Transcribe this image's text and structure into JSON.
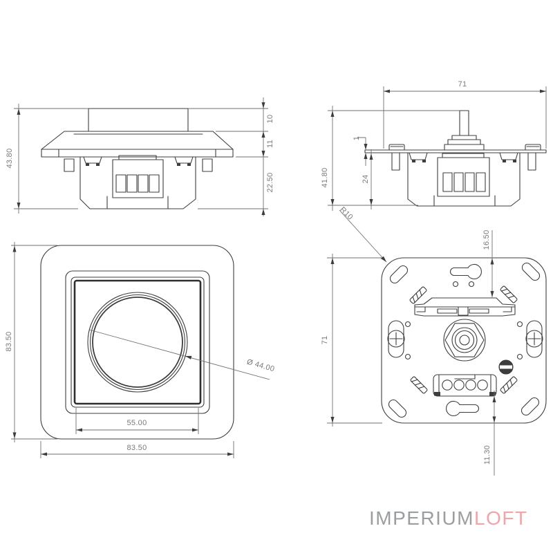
{
  "document": {
    "type": "technical dimension drawing",
    "subject": "rotary dimmer switch - four orthographic views",
    "units": "mm"
  },
  "views": {
    "side_a": {
      "title": "assembled side view",
      "total_height": "43.80",
      "knob_height": "10",
      "frame_thickness": "11",
      "body_depth": "22.50"
    },
    "side_b": {
      "title": "mechanism side view",
      "width": "71",
      "total_height": "41.80",
      "recess_depth": "24",
      "plate_thickness": "1"
    },
    "front": {
      "title": "front view",
      "frame_height": "83.50",
      "frame_width": "83.50",
      "inner_width": "55.00",
      "knob_diameter": "Ø 44.00"
    },
    "back": {
      "title": "mounting plate back view",
      "plate_height": "71",
      "corner_radius": "R10",
      "top_offset": "16.50",
      "bottom_offset": "11.30"
    }
  },
  "logo": {
    "text_primary": "IMPERIUM",
    "text_accent": "LOFT"
  },
  "colors": {
    "background": "#ffffff",
    "line": "#3d3d3d",
    "dimension_line": "#6f6f6f",
    "dimension_text": "#7a7a7a",
    "logo_primary": "#9b9ea0",
    "logo_accent": "#f2a4aa"
  }
}
